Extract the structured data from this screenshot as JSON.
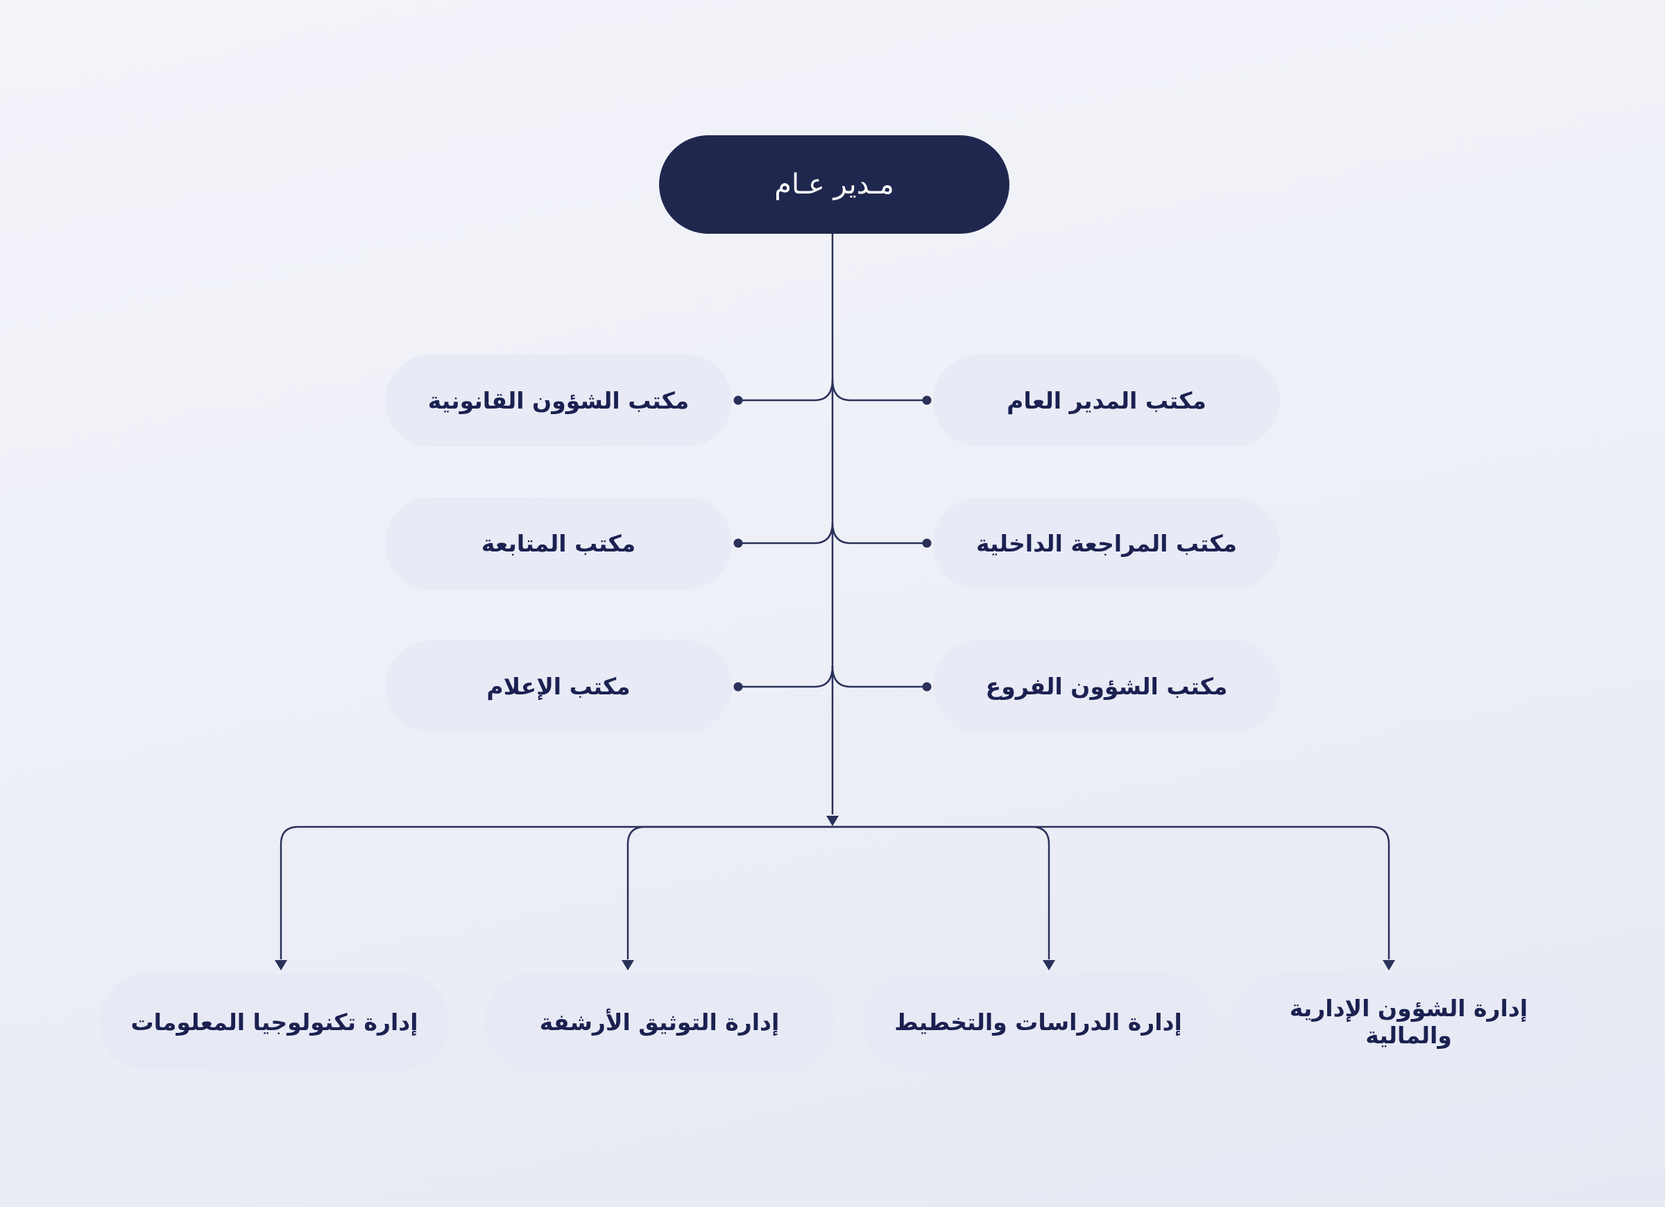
{
  "org": {
    "root": {
      "label": "مـدير عـام"
    },
    "offices": [
      {
        "id": "gm-office",
        "label": "مكتب المدير العام"
      },
      {
        "id": "legal-affairs",
        "label": "مكتب الشؤون القانونية"
      },
      {
        "id": "internal-audit",
        "label": "مكتب المراجعة الداخلية"
      },
      {
        "id": "follow-up",
        "label": "مكتب المتابعة"
      },
      {
        "id": "branches-affairs",
        "label": "مكتب الشؤون الفروع"
      },
      {
        "id": "media",
        "label": "مكتب الإعلام"
      }
    ],
    "departments": [
      {
        "id": "information-technology",
        "label": "إدارة تكنولوجيا المعلومات"
      },
      {
        "id": "documentation-archiving",
        "label": "إدارة التوثيق الأرشفة"
      },
      {
        "id": "studies-planning",
        "label": "إدارة الدراسات والتخطيط"
      },
      {
        "id": "admin-financial-affairs",
        "label": "إدارة الشؤون الإدارية والمالية"
      }
    ],
    "colors": {
      "root_fill": "#20274f",
      "node_fill": "#e8eaf5",
      "line": "#2a3159",
      "text_dark": "#1b2150",
      "text_light": "#ffffff",
      "background_top": "#f3f4fa",
      "background_bottom": "#e6e9f3"
    }
  }
}
